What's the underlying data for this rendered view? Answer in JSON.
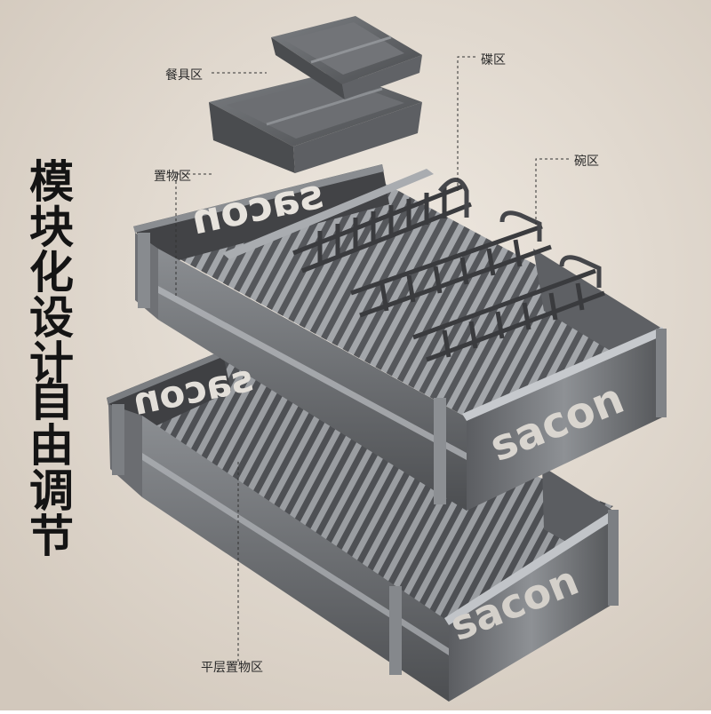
{
  "headline": {
    "part1": "模块化设计",
    "part2": "自由调节"
  },
  "labels": {
    "cutlery": "餐具区",
    "storage": "置物区",
    "plates": "碟区",
    "bowls": "碗区",
    "flat_storage": "平层置物区"
  },
  "brand": {
    "logo_text": "sacon"
  },
  "colors": {
    "background": "#ddd5cb",
    "metal_dark": "#4a4b4e",
    "metal_mid": "#6e7074",
    "metal_light": "#9fa2a6",
    "text": "#141414"
  }
}
